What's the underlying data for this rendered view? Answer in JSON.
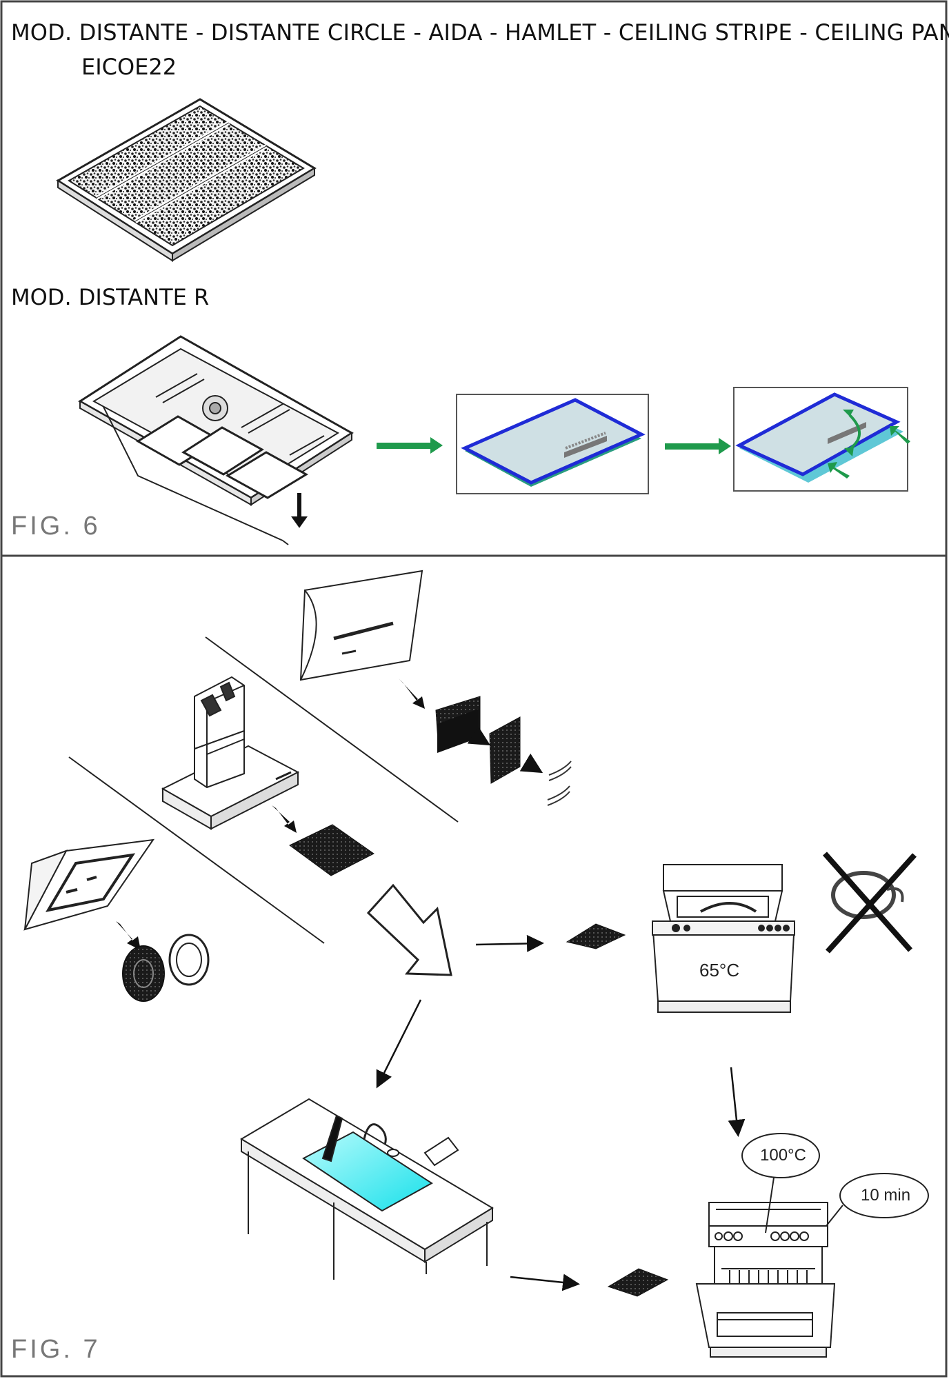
{
  "header": {
    "models": "MOD. DISTANTE - DISTANTE CIRCLE - AIDA - HAMLET - CEILING STRIPE - CEILING PANEL",
    "code": "EICOE22"
  },
  "section_r": {
    "title": "MOD. DISTANTE R"
  },
  "figure6": {
    "label": "FIG.   6"
  },
  "figure7": {
    "label": "FIG.   7",
    "dishwasher_temp": "65°C",
    "oven_temp": "100°C",
    "oven_time": "10 min"
  },
  "colors": {
    "arrow_green": "#1f9a4c",
    "filter_blue": "#1f2bd6",
    "water_cyan": "#2ee8ee"
  }
}
